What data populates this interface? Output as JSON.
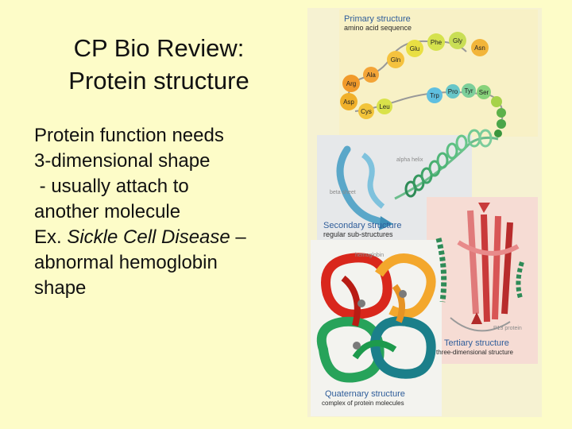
{
  "title": {
    "line1": "CP Bio Review:",
    "line2": "Protein structure"
  },
  "body": {
    "line1": "Protein function needs",
    "line2": "3-dimensional shape",
    "line3": " - usually attach to",
    "line4": "another molecule",
    "line5_prefix": "Ex. ",
    "line5_italic": "Sickle Cell Disease",
    "line5_suffix": " –",
    "line6": "abnormal hemoglobin",
    "line7": "shape"
  },
  "figure": {
    "primary": {
      "title": "Primary structure",
      "subtitle": "amino acid sequence"
    },
    "secondary": {
      "title": "Secondary structure",
      "subtitle": "regular sub-structures",
      "helix_label": "alpha helix",
      "sheet_label": "beta sheet"
    },
    "tertiary": {
      "title": "Tertiary structure",
      "subtitle": "three-dimensional structure",
      "protein_label": "P13 protein"
    },
    "quaternary": {
      "title": "Quaternary structure",
      "subtitle": "complex of protein molecules",
      "protein_label": "hemoglobin"
    },
    "amino_acids": [
      "Asp",
      "Cys",
      "Leu",
      "Arg",
      "Ala",
      "Gln",
      "Glu",
      "Phe",
      "Gly",
      "Asn",
      "Trp",
      "Pro",
      "Tyr",
      "Ser"
    ],
    "colors": {
      "slide_bg": "#fdfcc8",
      "primary_panel": "#f8f1c6",
      "secondary_panel": "#e6e8ea",
      "tertiary_panel": "#f6dcd4",
      "quaternary_panel": "#f3f3ef"
    }
  }
}
